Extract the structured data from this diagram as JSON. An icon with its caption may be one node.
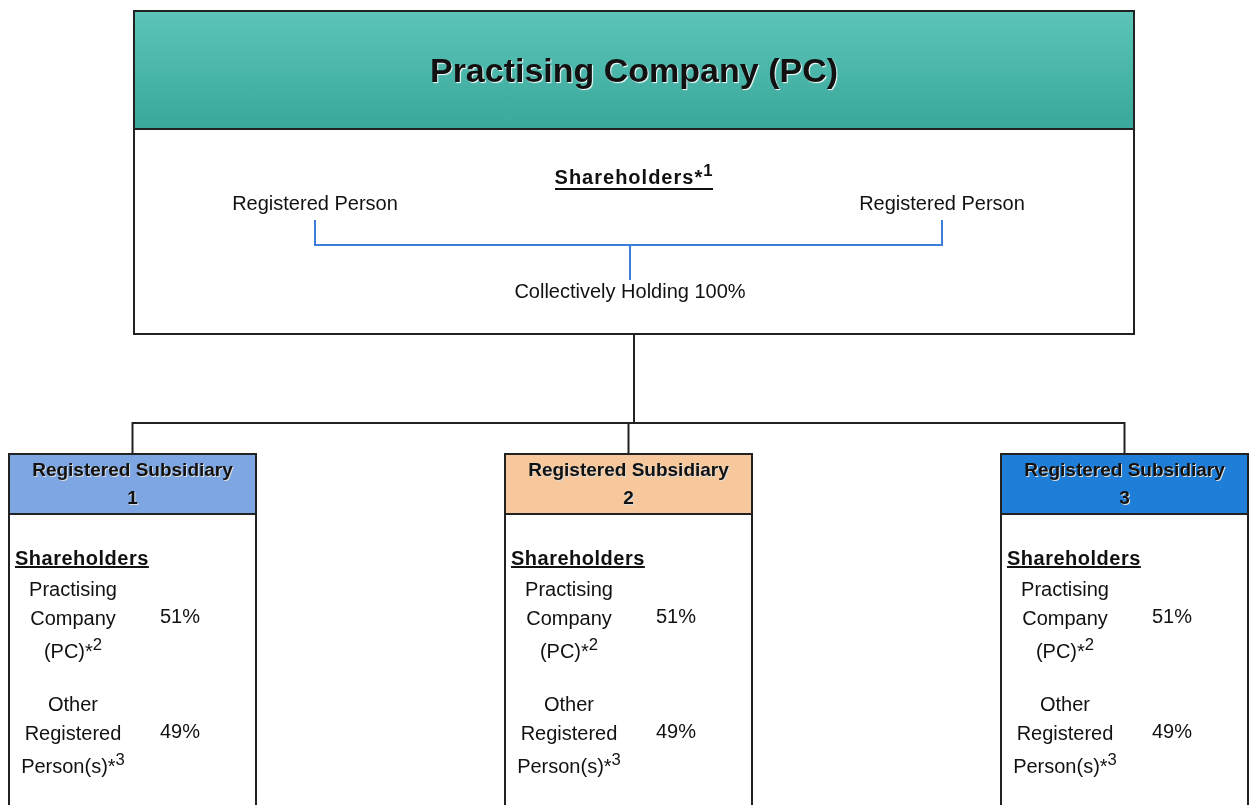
{
  "diagram": {
    "nodes": [
      {
        "text": [
          "Practising Company (PC)",
          "Shareholders*$^{1}$"
        ]
      },
      {
        "text": [
          "Registered Person"
        ],
        "in": 0
      },
      {
        "text": [
          "Registered Person"
        ],
        "in": 0
      },
      {
        "text": [
          "Collectively Holding 100%"
        ],
        "in": 0
      },
      {
        "text": [
          "Registered Subsidiary 1",
          "Shareholders",
          "Practising Company (PC)*$^{2}$",
          "51%",
          "Other Registered Person(s)*$^{3}$",
          "49%"
        ]
      },
      {
        "text": [
          "Registered Subsidiary 2",
          "Shareholders",
          "Practising Company (PC)*$^{2}$",
          "51%",
          "Other Registered Person(s)*$^{3}$",
          "49%"
        ]
      },
      {
        "text": [
          "Registered Subsidiary 3",
          "Shareholders",
          "Practising Company (PC)*$^{2}$",
          "51%",
          "Other Registered Person(s)*$^{3}$",
          "49%"
        ]
      }
    ],
    "edges": [
      {
        "from": 1,
        "to": 3,
        "arrow": "none",
        "color": "#3b7dd8"
      },
      {
        "from": 2,
        "to": 3,
        "arrow": "none",
        "color": "#3b7dd8"
      },
      {
        "from": 0,
        "to": 4,
        "arrow": "none"
      },
      {
        "from": 0,
        "to": 5,
        "arrow": "none"
      },
      {
        "from": 0,
        "to": 6,
        "arrow": "none"
      }
    ]
  }
}
